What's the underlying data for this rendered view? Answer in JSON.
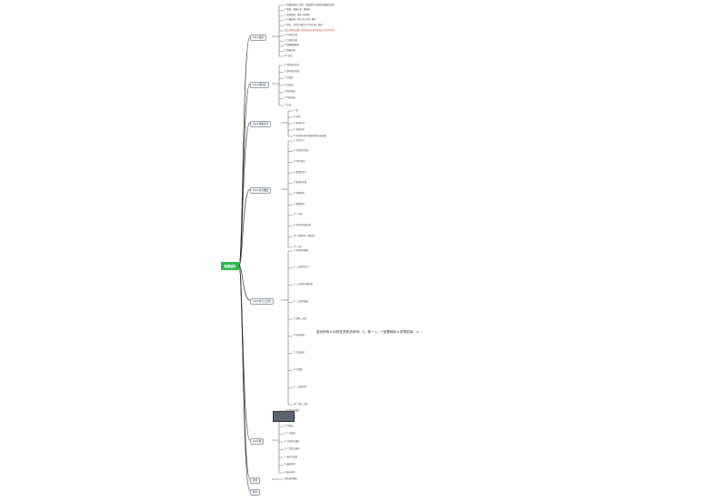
{
  "root": {
    "label": "数据结构"
  },
  "branches": [
    {
      "label": "CH-1 绪论",
      "leaves": [
        "1. 数据结构的三要素：逻辑结构 存储结构 数据的运算",
        "2. 数据、数据元素、数据项",
        "3. 逻辑结构：线性与非线性",
        "4. 存储结构：顺序 链式 索引 散列",
        "5. 算法：有穷性 确定性 可行性 输入 输出",
        "算法效率的度量：时间复杂度 空间复杂度 T(n)=O(f(n))",
        "6. 时间复杂度",
        "7. 空间复杂度",
        "8. 抽象数据类型",
        "9. 数据对象",
        "10. 总结"
      ]
    },
    {
      "label": "CH-2 线性表",
      "leaves": [
        "1. 线性表的定义",
        "2. 顺序表的实现",
        "3. 单链表",
        "4. 双链表",
        "5. 循环链表",
        "6. 静态链表",
        "7. 比较"
      ]
    },
    {
      "label": "CH-3 栈和队列",
      "leaves": [
        "1. 栈",
        "2. 队列",
        "3. 循环队列",
        "4. 栈的应用",
        "5. 队列的应用 特殊矩阵的压缩存储"
      ]
    },
    {
      "label": "CH-4 串与数组",
      "leaves": [
        "1. 串的定义",
        "2. 串的模式匹配",
        "3. KMP 算法",
        "4. 数组的定义",
        "5. 数组的存储",
        "6. 特殊矩阵",
        "7. 稀疏矩阵",
        "8. 广义表",
        "9. 矩阵的压缩存储",
        "10. 对称矩阵 三角矩阵",
        "11. 小结"
      ]
    },
    {
      "label": "CH-5 树与二叉树",
      "leaves": [
        "1. 树的基本概念",
        "2. 二叉树的定义",
        "3. 二叉树的存储结构",
        "4. 二叉树的遍历",
        "5. 线索二叉树",
        "6. 树和森林",
        "7. 哈夫曼树",
        "8. 并查集",
        "9. 二叉排序树",
        "10. 平衡二叉树"
      ]
    },
    {
      "label": "CH-6 图",
      "leaves": [
        "1. 图的基本概念",
        "2. 邻接矩阵",
        "3. 邻接表",
        "4. 十字链表",
        "5. 深度优先遍历",
        "6. 广度优先遍历",
        "7. 最小生成树",
        "8. 最短路径",
        "9. 拓扑排序"
      ]
    },
    {
      "label": "查找",
      "leaves": [
        "查找基本概念"
      ]
    },
    {
      "label": "排序",
      "leaves": []
    }
  ],
  "highlight_text": "若对所有 k 均存在关系式序列：1，有一 1，一定是树序 A 的导前序... e"
}
